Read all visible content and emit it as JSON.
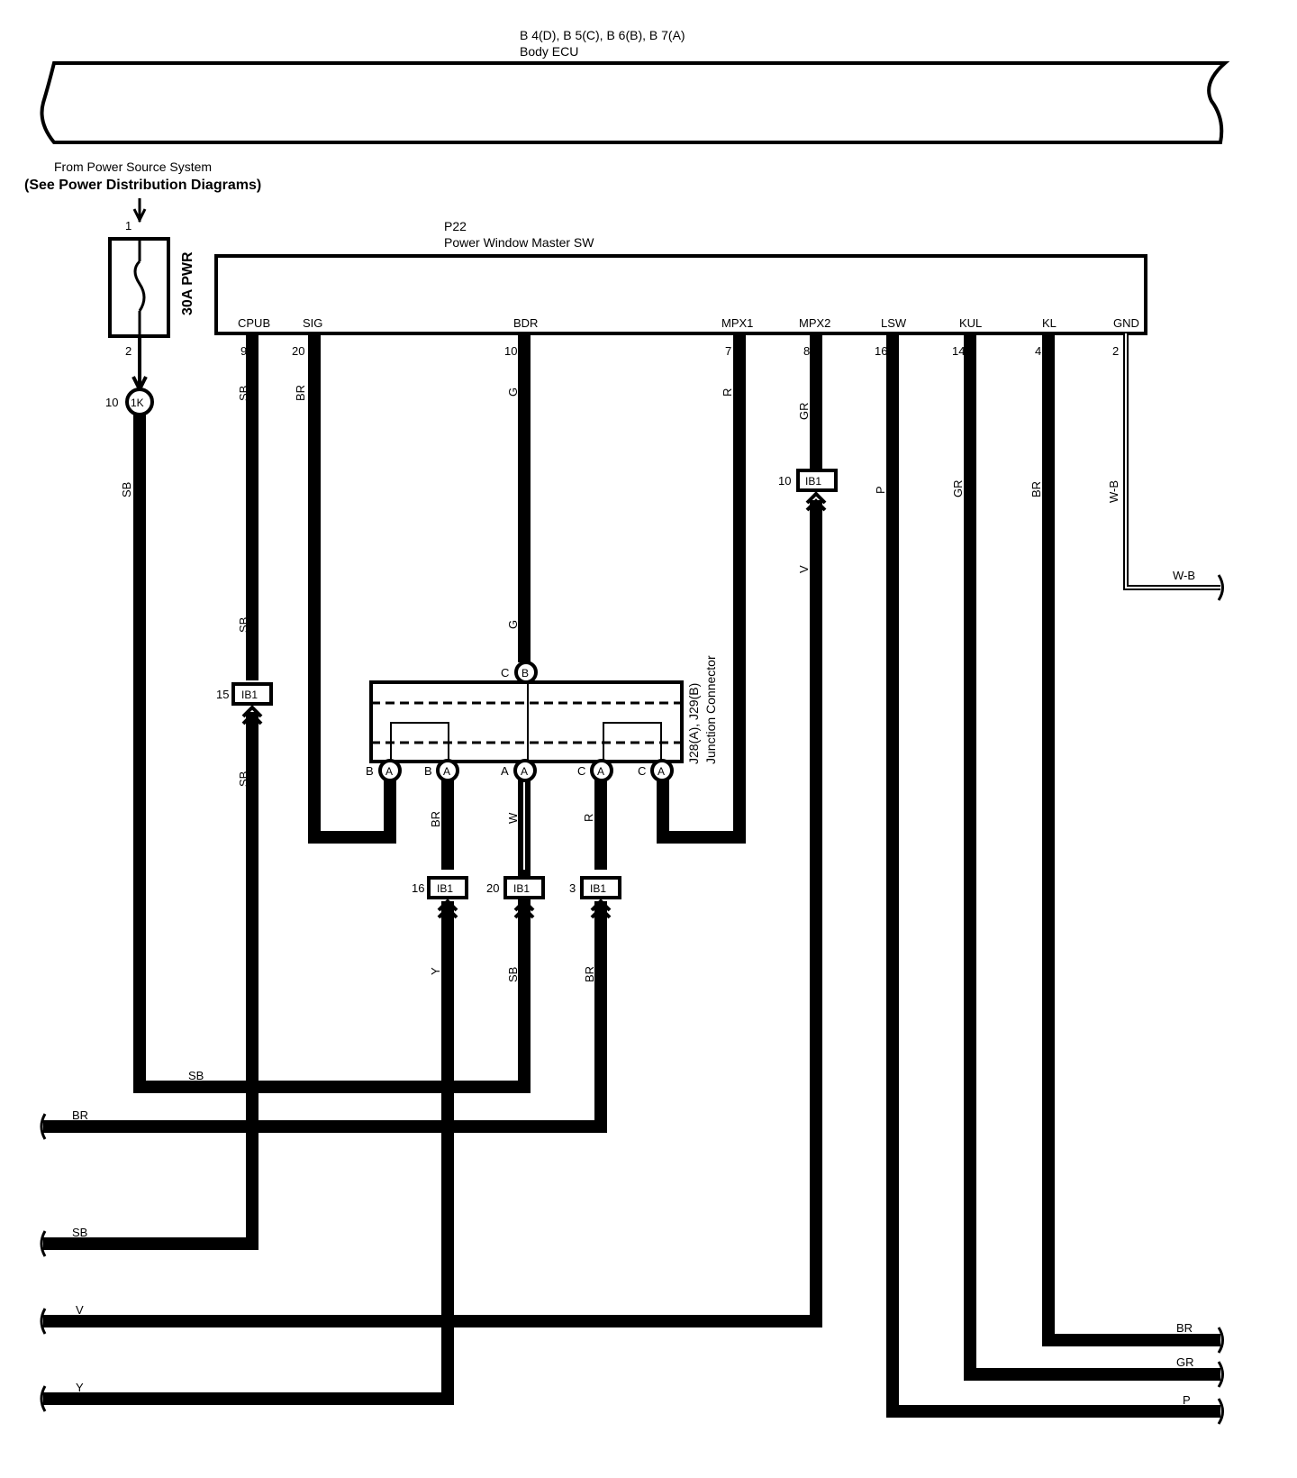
{
  "body_ecu": {
    "ref": "B 4(D), B 5(C), B 6(B), B 7(A)",
    "name": "Body ECU"
  },
  "power_source": {
    "line1": "From Power Source System",
    "line2": "(See Power Distribution Diagrams)"
  },
  "fuse": {
    "label": "30A PWR",
    "pin_top": "1",
    "pin_bottom": "2"
  },
  "connector_1k": {
    "pin": "10",
    "id": "1K"
  },
  "master_switch": {
    "ref": "P22",
    "name": "Power Window Master SW",
    "terminals": [
      {
        "name": "CPUB",
        "pin": "9"
      },
      {
        "name": "SIG",
        "pin": "20"
      },
      {
        "name": "BDR",
        "pin": "10"
      },
      {
        "name": "MPX1",
        "pin": "7"
      },
      {
        "name": "MPX2",
        "pin": "8"
      },
      {
        "name": "LSW",
        "pin": "16"
      },
      {
        "name": "KUL",
        "pin": "14"
      },
      {
        "name": "KL",
        "pin": "4"
      },
      {
        "name": "GND",
        "pin": "2"
      }
    ]
  },
  "junction": {
    "ref": "J28(A), J29(B)",
    "name": "Junction Connector",
    "top_pin": {
      "letter": "C",
      "badge": "B"
    },
    "bottom_pins": [
      {
        "letter": "B",
        "badge": "A"
      },
      {
        "letter": "B",
        "badge": "A"
      },
      {
        "letter": "A",
        "badge": "A"
      },
      {
        "letter": "C",
        "badge": "A"
      },
      {
        "letter": "C",
        "badge": "A"
      }
    ]
  },
  "ib1_connectors": [
    {
      "pin": "10",
      "id": "IB1"
    },
    {
      "pin": "15",
      "id": "IB1"
    },
    {
      "pin": "16",
      "id": "IB1"
    },
    {
      "pin": "20",
      "id": "IB1"
    },
    {
      "pin": "3",
      "id": "IB1"
    }
  ],
  "wire_colors": {
    "fuse_out": "SB",
    "cpub_upper": "SB",
    "cpub_mid": "SB",
    "cpub_lower": "SB",
    "sig": "BR",
    "bdr_upper": "G",
    "bdr_lower": "G",
    "mpx1": "R",
    "mpx2_upper": "GR",
    "mpx2_lower": "V",
    "lsw": "P",
    "kul": "GR",
    "kl": "BR",
    "gnd": "W-B",
    "gnd_right": "W-B",
    "jb_b2": "BR",
    "jb_a": "W",
    "jb_c1": "R",
    "ib16_lower": "Y",
    "ib20_lower": "SB",
    "ib3_lower": "BR",
    "bus_sb": "SB"
  },
  "left_exits": [
    "BR",
    "SB",
    "V",
    "Y"
  ],
  "right_exits": [
    "BR",
    "GR",
    "P"
  ]
}
